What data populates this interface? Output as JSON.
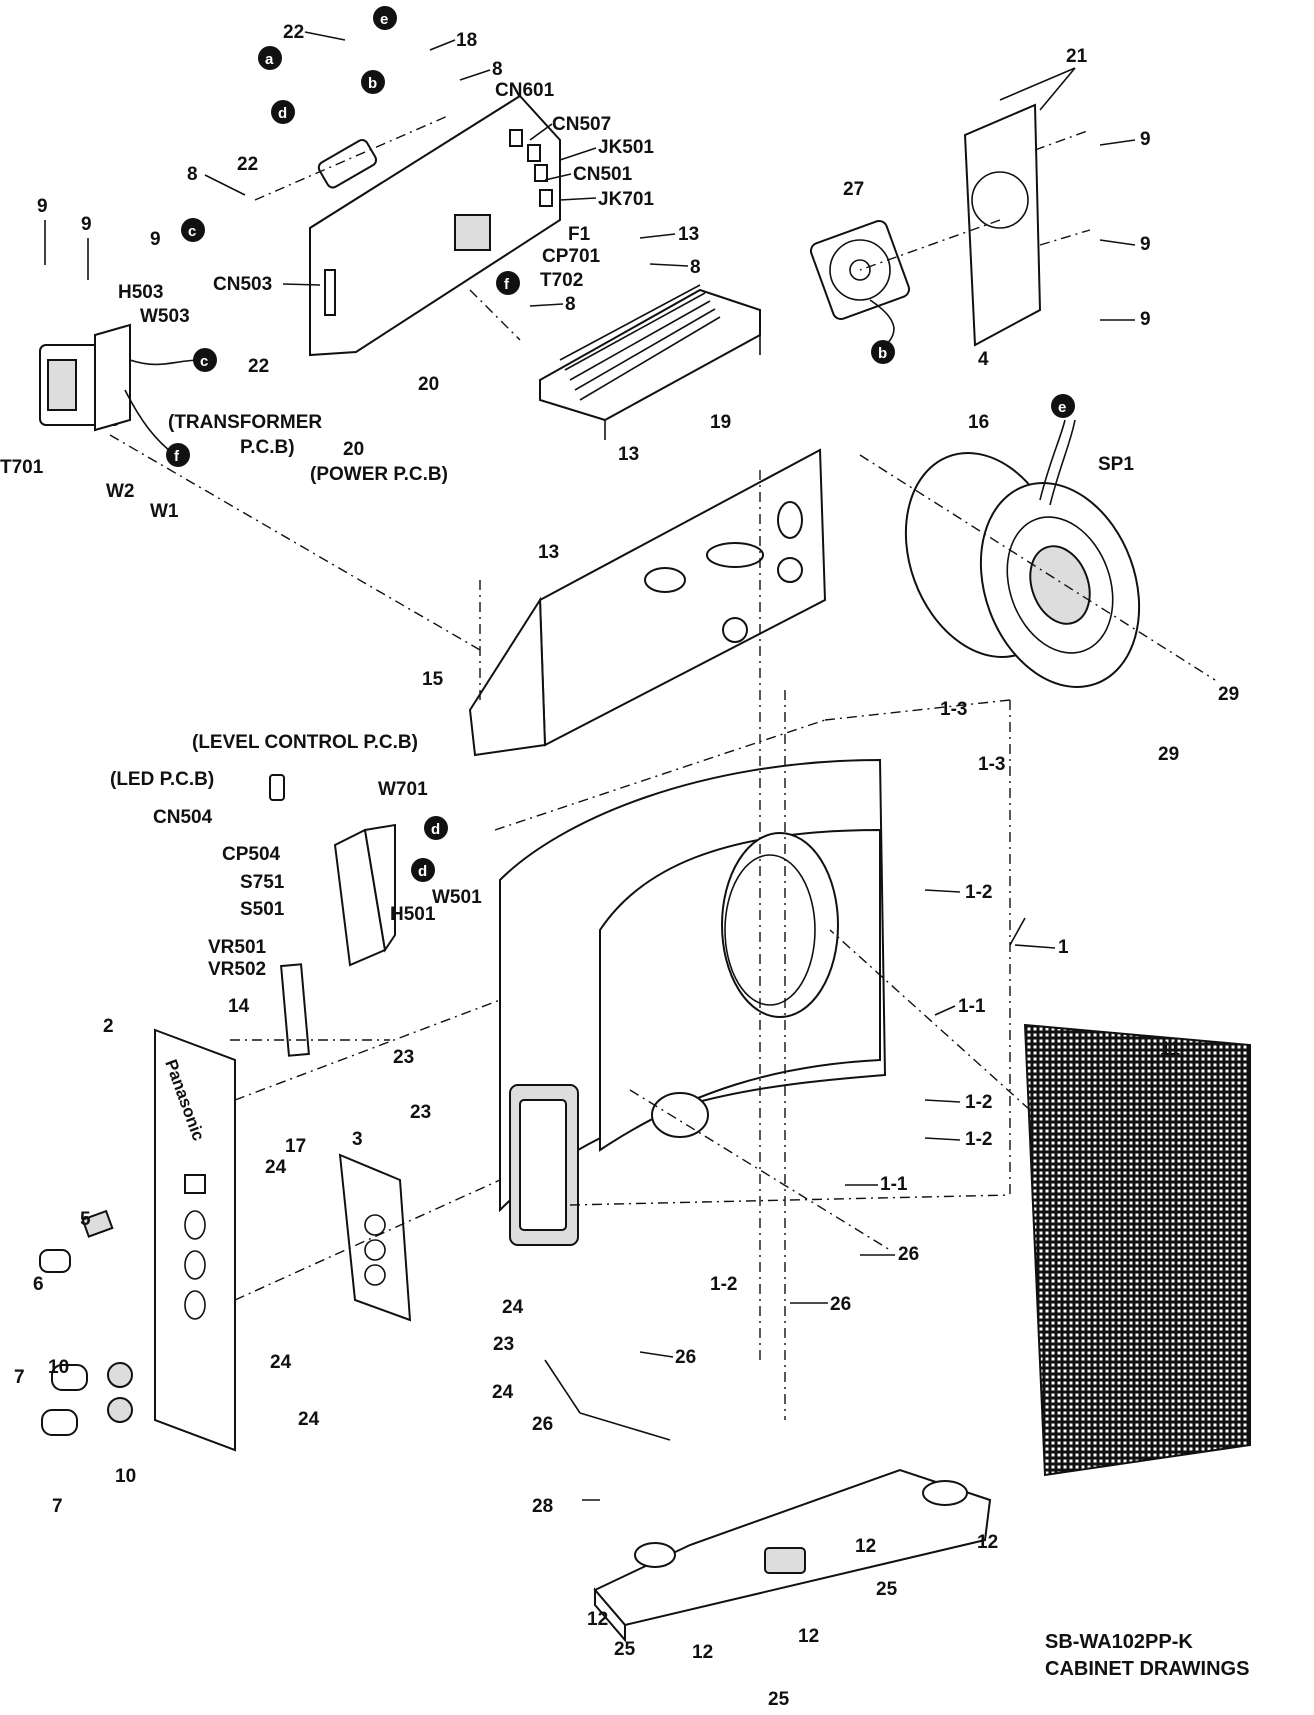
{
  "diagram": {
    "title_lines": [
      "SB-WA102PP-K",
      "CABINET DRAWINGS"
    ],
    "labels": [
      {
        "id": "l1",
        "text": "22"
      },
      {
        "id": "l2",
        "text": "18"
      },
      {
        "id": "l3",
        "text": "8"
      },
      {
        "id": "l4",
        "text": "CN601"
      },
      {
        "id": "l5",
        "text": "CN507"
      },
      {
        "id": "l6",
        "text": "JK501"
      },
      {
        "id": "l7",
        "text": "CN501"
      },
      {
        "id": "l8",
        "text": "JK701"
      },
      {
        "id": "l9",
        "text": "8"
      },
      {
        "id": "l10",
        "text": "22"
      },
      {
        "id": "l11",
        "text": "F1"
      },
      {
        "id": "l12",
        "text": "13"
      },
      {
        "id": "l13",
        "text": "CP701"
      },
      {
        "id": "l14",
        "text": "8"
      },
      {
        "id": "l15",
        "text": "T702"
      },
      {
        "id": "l16",
        "text": "CN503"
      },
      {
        "id": "l17",
        "text": "8"
      },
      {
        "id": "l18",
        "text": "9"
      },
      {
        "id": "l19",
        "text": "9"
      },
      {
        "id": "l20",
        "text": "9"
      },
      {
        "id": "l21",
        "text": "H503"
      },
      {
        "id": "l22",
        "text": "W503"
      },
      {
        "id": "l23",
        "text": "22"
      },
      {
        "id": "l24",
        "text": "20"
      },
      {
        "id": "l25",
        "text": "20"
      },
      {
        "id": "l26",
        "text": "19"
      },
      {
        "id": "l27",
        "text": "(TRANSFORMER"
      },
      {
        "id": "l28",
        "text": "P.C.B)"
      },
      {
        "id": "l29",
        "text": "T701"
      },
      {
        "id": "l30",
        "text": "W2"
      },
      {
        "id": "l31",
        "text": "W1"
      },
      {
        "id": "l32",
        "text": "(POWER P.C.B)"
      },
      {
        "id": "l33",
        "text": "13"
      },
      {
        "id": "l34",
        "text": "13"
      },
      {
        "id": "l35",
        "text": "21"
      },
      {
        "id": "l36",
        "text": "9"
      },
      {
        "id": "l37",
        "text": "27"
      },
      {
        "id": "l38",
        "text": "9"
      },
      {
        "id": "l39",
        "text": "9"
      },
      {
        "id": "l40",
        "text": "4"
      },
      {
        "id": "l41",
        "text": "16"
      },
      {
        "id": "l42",
        "text": "SP1"
      },
      {
        "id": "l43",
        "text": "29"
      },
      {
        "id": "l44",
        "text": "29"
      },
      {
        "id": "l45",
        "text": "15"
      },
      {
        "id": "l46",
        "text": "1-3"
      },
      {
        "id": "l47",
        "text": "1-3"
      },
      {
        "id": "l48",
        "text": "(LEVEL CONTROL P.C.B)"
      },
      {
        "id": "l49",
        "text": "(LED P.C.B)"
      },
      {
        "id": "l50",
        "text": "CN504"
      },
      {
        "id": "l51",
        "text": "W701"
      },
      {
        "id": "l52",
        "text": "CP504"
      },
      {
        "id": "l53",
        "text": "S751"
      },
      {
        "id": "l54",
        "text": "W501"
      },
      {
        "id": "l55",
        "text": "H501"
      },
      {
        "id": "l56",
        "text": "S501"
      },
      {
        "id": "l57",
        "text": "1-2"
      },
      {
        "id": "l58",
        "text": "VR501"
      },
      {
        "id": "l59",
        "text": "VR502"
      },
      {
        "id": "l60",
        "text": "1"
      },
      {
        "id": "l61",
        "text": "14"
      },
      {
        "id": "l62",
        "text": "1-1"
      },
      {
        "id": "l63",
        "text": "23"
      },
      {
        "id": "l64",
        "text": "2"
      },
      {
        "id": "l65",
        "text": "11"
      },
      {
        "id": "l66",
        "text": "1-2"
      },
      {
        "id": "l67",
        "text": "1-2"
      },
      {
        "id": "l68",
        "text": "23"
      },
      {
        "id": "l69",
        "text": "17"
      },
      {
        "id": "l70",
        "text": "3"
      },
      {
        "id": "l71",
        "text": "24"
      },
      {
        "id": "l72",
        "text": "1-1"
      },
      {
        "id": "l73",
        "text": "5"
      },
      {
        "id": "l74",
        "text": "1-2"
      },
      {
        "id": "l75",
        "text": "26"
      },
      {
        "id": "l76",
        "text": "6"
      },
      {
        "id": "l77",
        "text": "24"
      },
      {
        "id": "l78",
        "text": "26"
      },
      {
        "id": "l79",
        "text": "24"
      },
      {
        "id": "l80",
        "text": "23"
      },
      {
        "id": "l81",
        "text": "10"
      },
      {
        "id": "l82",
        "text": "26"
      },
      {
        "id": "l83",
        "text": "7"
      },
      {
        "id": "l84",
        "text": "24"
      },
      {
        "id": "l85",
        "text": "26"
      },
      {
        "id": "l86",
        "text": "24"
      },
      {
        "id": "l87",
        "text": "10"
      },
      {
        "id": "l88",
        "text": "7"
      },
      {
        "id": "l89",
        "text": "28"
      },
      {
        "id": "l90",
        "text": "12"
      },
      {
        "id": "l91",
        "text": "12"
      },
      {
        "id": "l92",
        "text": "25"
      },
      {
        "id": "l93",
        "text": "12"
      },
      {
        "id": "l94",
        "text": "25"
      },
      {
        "id": "l95",
        "text": "12"
      },
      {
        "id": "l96",
        "text": "12"
      },
      {
        "id": "l97",
        "text": "25"
      }
    ],
    "wire_markers": [
      {
        "id": "m1",
        "text": "a"
      },
      {
        "id": "m2",
        "text": "b"
      },
      {
        "id": "m3",
        "text": "d"
      },
      {
        "id": "m4",
        "text": "e"
      },
      {
        "id": "m5",
        "text": "c"
      },
      {
        "id": "m6",
        "text": "c"
      },
      {
        "id": "m7",
        "text": "f"
      },
      {
        "id": "m8",
        "text": "f"
      },
      {
        "id": "m9",
        "text": "b"
      },
      {
        "id": "m10",
        "text": "e"
      },
      {
        "id": "m11",
        "text": "d"
      },
      {
        "id": "m12",
        "text": "d"
      }
    ],
    "front_panel_brand": "Panasonic"
  }
}
